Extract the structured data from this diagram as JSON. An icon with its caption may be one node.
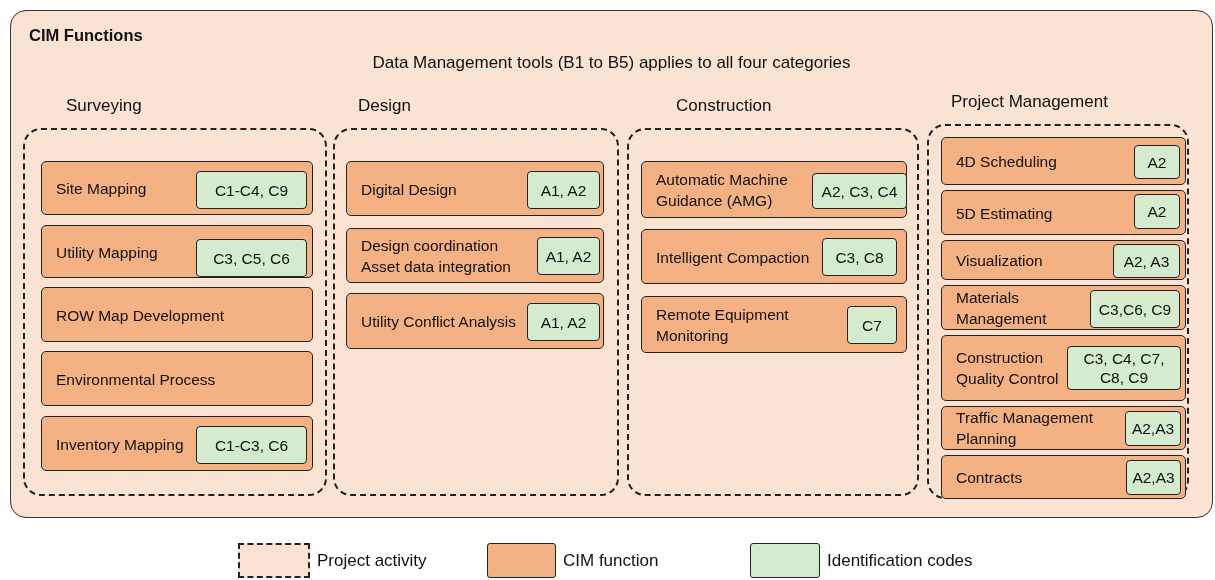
{
  "diagram": {
    "nodes": [
      {
        "text": [
          "CIM Functions",
          "Data Management tools (B1 to B5) applies to all four categories"
        ]
      },
      {
        "text": [
          "Surveying"
        ],
        "in": 0
      },
      {
        "text": [
          "Site Mapping"
        ],
        "in": 1
      },
      {
        "text": [
          "C1-C4, C9"
        ],
        "in": 2
      },
      {
        "text": [
          "Utility Mapping"
        ],
        "in": 1
      },
      {
        "text": [
          "C3, C5, C6"
        ],
        "in": 4
      },
      {
        "text": [
          "ROW Map Development"
        ],
        "in": 1
      },
      {
        "text": [
          "Environmental Process"
        ],
        "in": 1
      },
      {
        "text": [
          "Inventory Mapping"
        ],
        "in": 1
      },
      {
        "text": [
          "C1-C3, C6"
        ],
        "in": 8
      },
      {
        "text": [
          "Design"
        ],
        "in": 0
      },
      {
        "text": [
          "Digital Design"
        ],
        "in": 10
      },
      {
        "text": [
          "A1, A2"
        ],
        "in": 11
      },
      {
        "text": [
          "Design coordination Asset data integration"
        ],
        "in": 10
      },
      {
        "text": [
          "A1, A2"
        ],
        "in": 13
      },
      {
        "text": [
          "Utility Conflict Analysis"
        ],
        "in": 10
      },
      {
        "text": [
          "A1, A2"
        ],
        "in": 15
      },
      {
        "text": [
          "Construction"
        ],
        "in": 0
      },
      {
        "text": [
          "Automatic Machine Guidance (AMG)"
        ],
        "in": 17
      },
      {
        "text": [
          "A2, C3, C4"
        ],
        "in": 18
      },
      {
        "text": [
          "Intelligent Compaction"
        ],
        "in": 17
      },
      {
        "text": [
          "C3, C8"
        ],
        "in": 20
      },
      {
        "text": [
          "Remote Equipment Monitoring"
        ],
        "in": 17
      },
      {
        "text": [
          "C7"
        ],
        "in": 22
      },
      {
        "text": [
          "Project Management"
        ],
        "in": 0
      },
      {
        "text": [
          "4D Scheduling"
        ],
        "in": 24
      },
      {
        "text": [
          "A2"
        ],
        "in": 25
      },
      {
        "text": [
          "5D Estimating"
        ],
        "in": 24
      },
      {
        "text": [
          "A2"
        ],
        "in": 27
      },
      {
        "text": [
          "Visualization"
        ],
        "in": 24
      },
      {
        "text": [
          "A2, A3"
        ],
        "in": 29
      },
      {
        "text": [
          "Materials Management"
        ],
        "in": 24
      },
      {
        "text": [
          "C3,C6, C9"
        ],
        "in": 31
      },
      {
        "text": [
          "Construction Quality Control"
        ],
        "in": 24
      },
      {
        "text": [
          "C3, C4, C7, C8, C9"
        ],
        "in": 33
      },
      {
        "text": [
          "Traffic Management Planning"
        ],
        "in": 24
      },
      {
        "text": [
          "A2,A3"
        ],
        "in": 35
      },
      {
        "text": [
          "Contracts"
        ],
        "in": 24
      },
      {
        "text": [
          "A2,A3"
        ],
        "in": 37
      }
    ],
    "edges": [],
    "legend": [
      {
        "text": "Project activity"
      },
      {
        "text": "CIM function",
        "color": "#f4b183"
      },
      {
        "text": "Identification codes",
        "color": "#d5ebd0"
      }
    ]
  }
}
